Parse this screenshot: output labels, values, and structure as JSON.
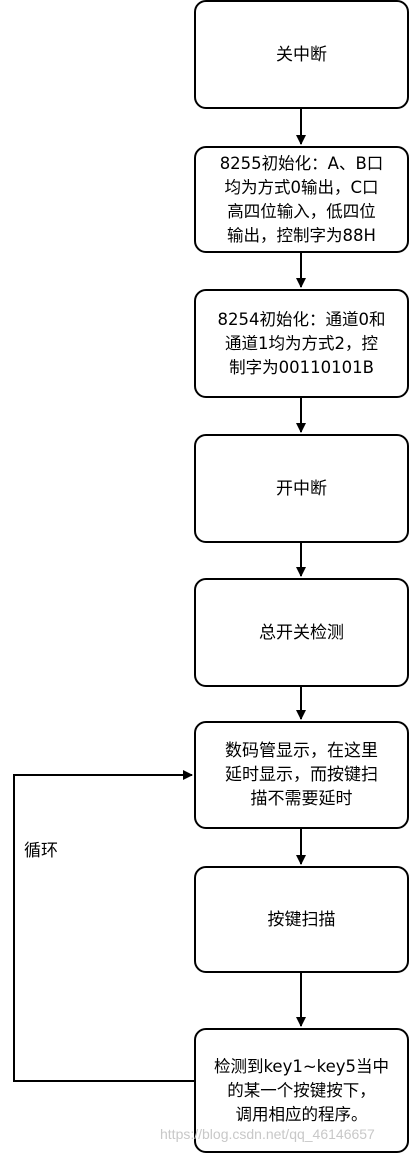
{
  "nodes": {
    "n1": "关中断",
    "n2": "8255初始化：A、B口\n均为方式0输出，C口\n高四位输入，低四位\n输出，控制字为88H",
    "n3": "8254初始化：通道0和\n通道1均为方式2，控\n制字为00110101B",
    "n4": "开中断",
    "n5": "总开关检测",
    "n6": "数码管显示，在这里\n延时显示，而按键扫\n描不需要延时",
    "n7": "按键扫描",
    "n8": "检测到key1~key5当中\n的某一个按键按下，\n调用相应的程序。"
  },
  "loop_label": "循环",
  "watermark": "https://blog.csdn.net/qq_46146657",
  "edges": [
    {
      "from": "n1",
      "to": "n2"
    },
    {
      "from": "n2",
      "to": "n3"
    },
    {
      "from": "n3",
      "to": "n4"
    },
    {
      "from": "n4",
      "to": "n5"
    },
    {
      "from": "n5",
      "to": "n6"
    },
    {
      "from": "n6",
      "to": "n7"
    },
    {
      "from": "n7",
      "to": "n8"
    },
    {
      "from": "n8",
      "to": "n6",
      "label": "循环"
    }
  ]
}
